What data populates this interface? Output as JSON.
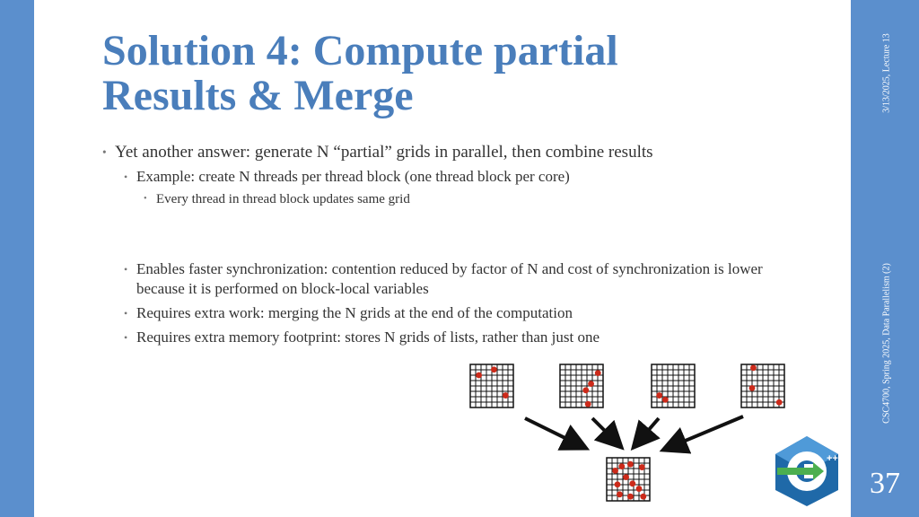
{
  "slide": {
    "title_line1": "Solution 4: Compute partial",
    "title_line2": "Results & Merge",
    "date_note": "3/13/2025, Lecture 13",
    "course_note": "CSC4700, Spring 2025, Data Parallelism (2)",
    "page_number": "37"
  },
  "bullets": {
    "b1": "Yet another answer: generate N “partial” grids in parallel, then combine results",
    "b1_sub": "Example: create N threads per thread block (one thread block per core)",
    "b1_subsub": "Every thread in thread block updates same grid",
    "b2": "Enables faster synchronization: contention reduced by factor of N and cost of synchronization is lower because it is performed on block-local variables",
    "b3": "Requires extra work: merging the N grids at the end of the computation",
    "b4": "Requires extra memory footprint: stores N grids of lists, rather than just one"
  },
  "colors": {
    "accent": "#5b8fcd",
    "title": "#4a7ebb",
    "dot": "#cc2a1a"
  },
  "logo": {
    "icon": "cpp-logo-icon",
    "text": "++"
  }
}
